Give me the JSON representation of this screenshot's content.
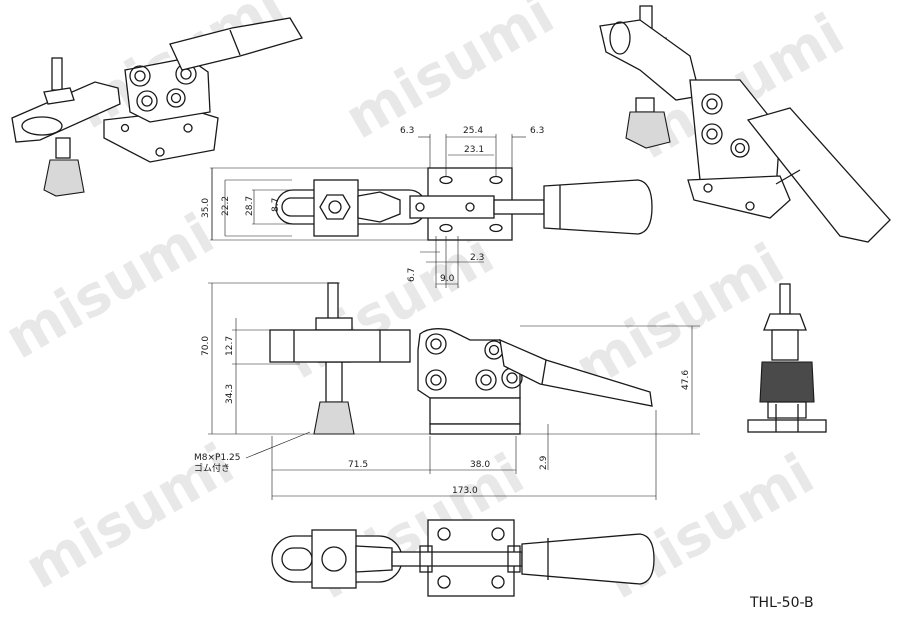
{
  "watermark": "misumi",
  "model_label": "THL-50-B",
  "note": {
    "line1": "M8×P1.25",
    "line2": "ゴム付き"
  },
  "top_view_dims": {
    "d_6_3_left": "6.3",
    "d_25_4": "25.4",
    "d_6_3_right": "6.3",
    "d_23_1": "23.1",
    "d_35_0": "35.0",
    "d_28_7": "28.7",
    "d_22_2": "22.2",
    "d_8_7": "8.7",
    "d_6_7": "6.7",
    "d_9_0": "9.0",
    "d_2_3": "2.3"
  },
  "side_view_dims": {
    "d_70_0": "70.0",
    "d_12_7": "12.7",
    "d_34_3": "34.3",
    "d_47_6": "47.6",
    "d_71_5": "71.5",
    "d_38_0": "38.0",
    "d_2_9": "2.9",
    "d_173_0": "173.0"
  }
}
